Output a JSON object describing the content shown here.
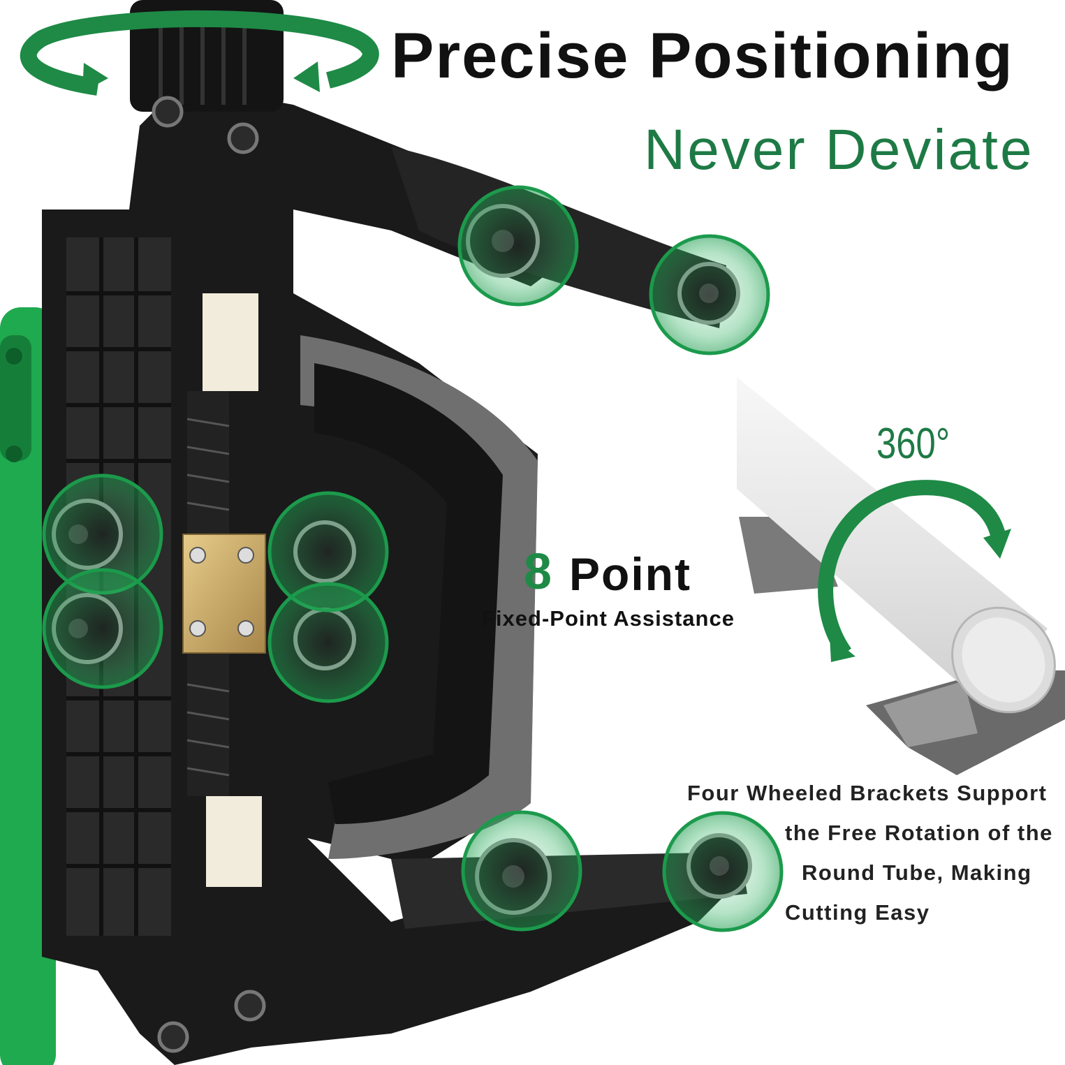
{
  "headline": {
    "title": "Precise Positioning",
    "subtitle": "Never Deviate"
  },
  "rotation": {
    "label": "360°"
  },
  "points": {
    "number": "8",
    "word": "Point",
    "caption": "Fixed-Point Assistance"
  },
  "description": {
    "lines": [
      "Four Wheeled Brackets Support",
      "the Free Rotation of the",
      "Round Tube, Making",
      "Cutting Easy"
    ]
  },
  "colors": {
    "accent": "#1e8a46",
    "dark": "#111111",
    "body": "#1c1c1c"
  },
  "icons": [
    "rotate-arrow-icon",
    "rotate-360-arrow-icon",
    "highlight-ring-icon"
  ]
}
